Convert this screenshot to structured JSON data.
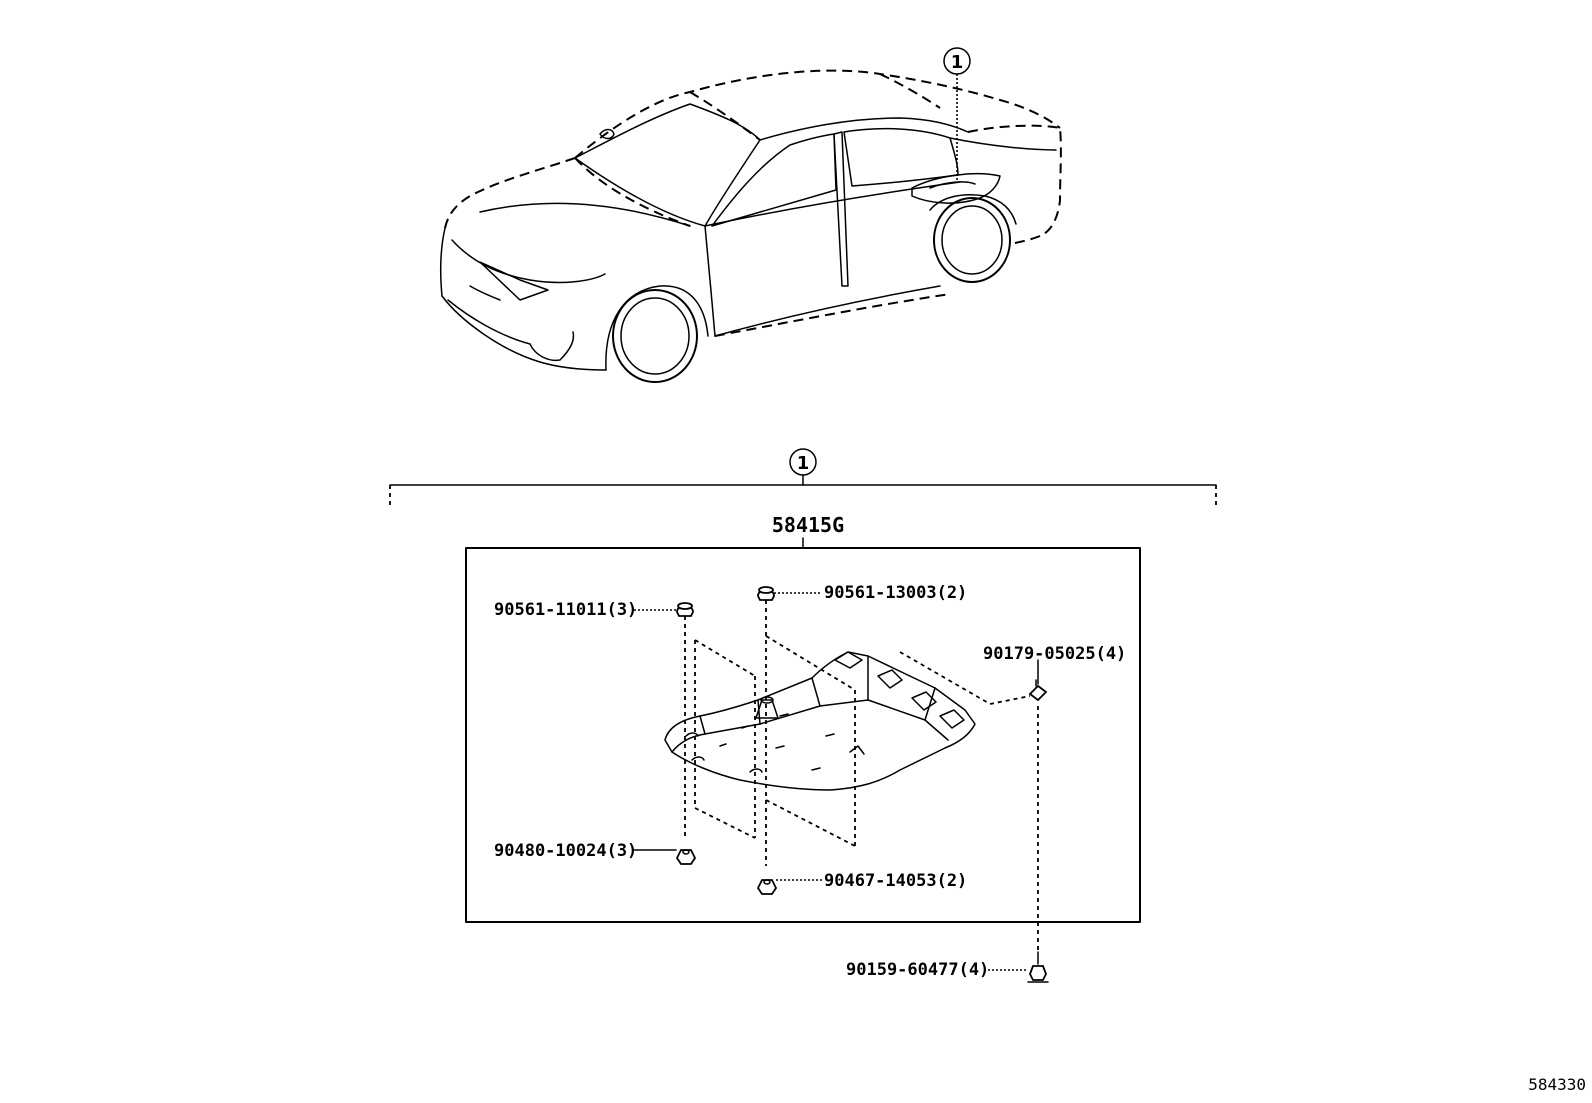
{
  "callouts": {
    "car_marker": "1",
    "section_marker": "1"
  },
  "assembly": {
    "part_number": "58415G"
  },
  "parts": {
    "clip_left": "90561-11011(3)",
    "clip_top": "90561-13003(2)",
    "clip_right": "90179-05025(4)",
    "nut_left": "90480-10024(3)",
    "nut_center": "90467-14053(2)",
    "bolt_bottom": "90159-60477(4)"
  },
  "diagram_ref": "584330"
}
